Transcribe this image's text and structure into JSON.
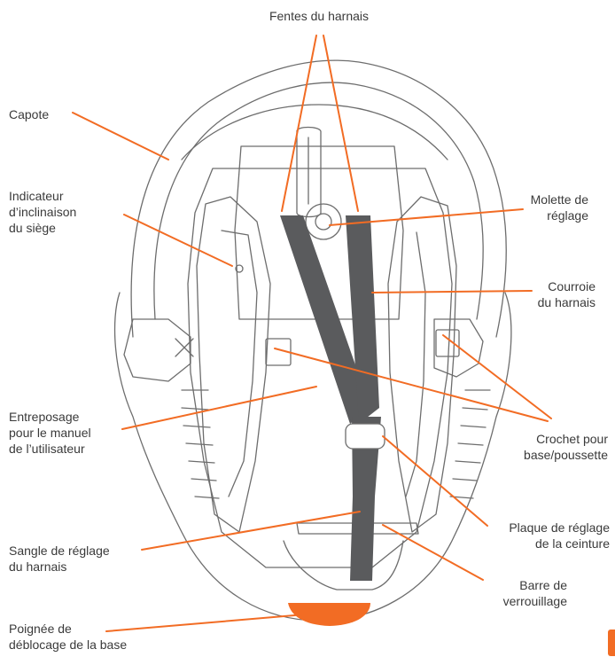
{
  "colors": {
    "leader": "#f26c24",
    "outline": "#6d6d6d",
    "strap": "#5a5b5d",
    "handle": "#f26c24",
    "text": "#3a3a3a"
  },
  "labels": {
    "fentes": [
      "Fentes du harnais"
    ],
    "capote": [
      "Capote"
    ],
    "indicateur": [
      "Indicateur",
      "d’inclinaison",
      "du siège"
    ],
    "molette": [
      "Molette de",
      "réglage"
    ],
    "courroie": [
      "Courroie",
      "du harnais"
    ],
    "crochet": [
      "Crochet pour",
      "base/poussette"
    ],
    "entreposage": [
      "Entreposage",
      "pour le manuel",
      "de l’utilisateur"
    ],
    "plaque": [
      "Plaque de réglage",
      "de la ceinture"
    ],
    "sangle": [
      "Sangle de réglage",
      "du harnais"
    ],
    "barre": [
      "Barre de",
      "verrouillage"
    ],
    "poignee": [
      "Poignée de",
      "déblocage de la base"
    ]
  }
}
